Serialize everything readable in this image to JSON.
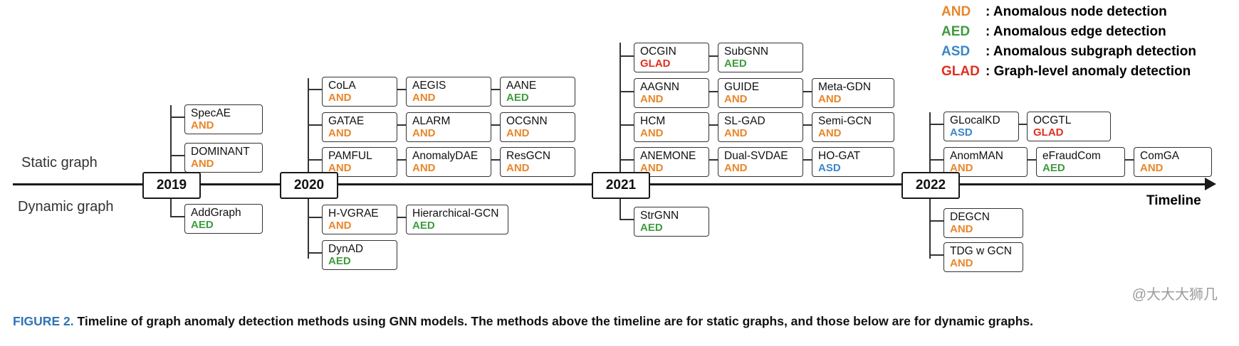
{
  "legend": {
    "rows": [
      {
        "tag": "AND",
        "desc": ": Anomalous node detection",
        "color": "#E8862A"
      },
      {
        "tag": "AED",
        "desc": ": Anomalous edge detection",
        "color": "#3E9B3E"
      },
      {
        "tag": "ASD",
        "desc": ": Anomalous subgraph detection",
        "color": "#3A86C8"
      },
      {
        "tag": "GLAD",
        "desc": ": Graph-level anomaly detection",
        "color": "#E03020"
      }
    ]
  },
  "axis": {
    "label": "Timeline",
    "years": [
      "2019",
      "2020",
      "2021",
      "2022"
    ],
    "row_static": "Static graph",
    "row_dynamic": "Dynamic graph"
  },
  "methods": {
    "y2019_static": [
      {
        "name": "SpecAE",
        "tag": "AND"
      },
      {
        "name": "DOMINANT",
        "tag": "AND"
      }
    ],
    "y2019_dynamic": [
      {
        "name": "AddGraph",
        "tag": "AED"
      }
    ],
    "y2020_static": [
      {
        "name": "CoLA",
        "tag": "AND"
      },
      {
        "name": "AEGIS",
        "tag": "AND"
      },
      {
        "name": "AANE",
        "tag": "AED"
      },
      {
        "name": "GATAE",
        "tag": "AND"
      },
      {
        "name": "ALARM",
        "tag": "AND"
      },
      {
        "name": "OCGNN",
        "tag": "AND"
      },
      {
        "name": "PAMFUL",
        "tag": "AND"
      },
      {
        "name": "AnomalyDAE",
        "tag": "AND"
      },
      {
        "name": "ResGCN",
        "tag": "AND"
      }
    ],
    "y2020_dynamic": [
      {
        "name": "H-VGRAE",
        "tag": "AND"
      },
      {
        "name": "Hierarchical-GCN",
        "tag": "AED"
      },
      {
        "name": "DynAD",
        "tag": "AED"
      }
    ],
    "y2021_static": [
      {
        "name": "OCGIN",
        "tag": "GLAD"
      },
      {
        "name": "SubGNN",
        "tag": "AED"
      },
      {
        "name": "AAGNN",
        "tag": "AND"
      },
      {
        "name": "GUIDE",
        "tag": "AND"
      },
      {
        "name": "Meta-GDN",
        "tag": "AND"
      },
      {
        "name": "HCM",
        "tag": "AND"
      },
      {
        "name": "SL-GAD",
        "tag": "AND"
      },
      {
        "name": "Semi-GCN",
        "tag": "AND"
      },
      {
        "name": "ANEMONE",
        "tag": "AND"
      },
      {
        "name": "Dual-SVDAE",
        "tag": "AND"
      },
      {
        "name": "HO-GAT",
        "tag": "ASD"
      }
    ],
    "y2021_dynamic": [
      {
        "name": "StrGNN",
        "tag": "AED"
      }
    ],
    "y2022_static": [
      {
        "name": "GLocalKD",
        "tag": "ASD"
      },
      {
        "name": "OCGTL",
        "tag": "GLAD"
      },
      {
        "name": "AnomMAN",
        "tag": "AND"
      },
      {
        "name": "eFraudCom",
        "tag": "AED"
      },
      {
        "name": "ComGA",
        "tag": "AND"
      }
    ],
    "y2022_dynamic": [
      {
        "name": "DEGCN",
        "tag": "AND"
      },
      {
        "name": "TDG w GCN",
        "tag": "AND"
      }
    ]
  },
  "caption": {
    "fignum": "FIGURE 2.",
    "text": "Timeline of graph anomaly detection methods using GNN models. The methods above the timeline are for static graphs, and those below are for dynamic graphs."
  },
  "watermark": "@大大大狮几"
}
